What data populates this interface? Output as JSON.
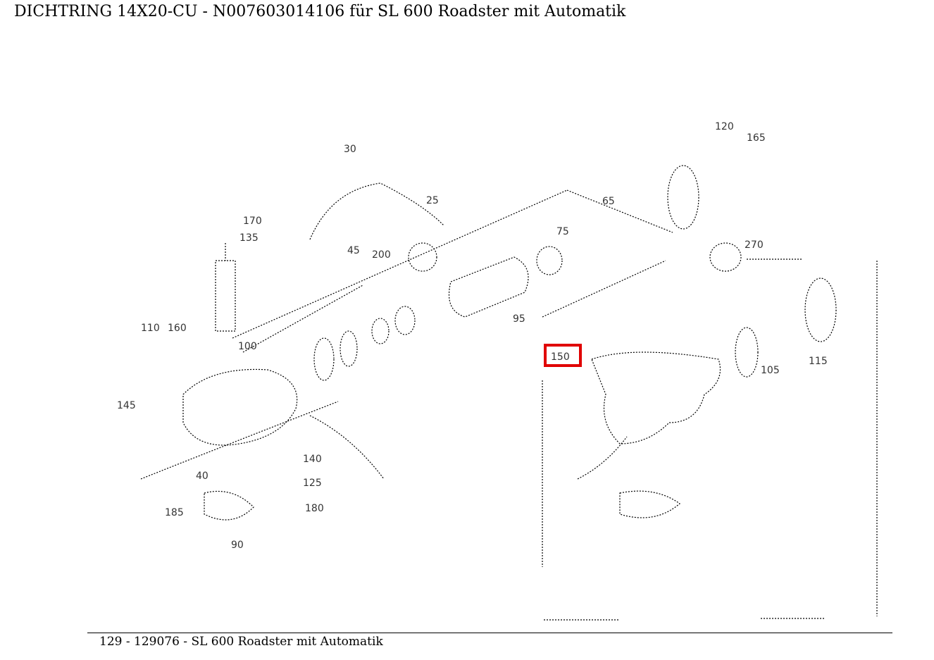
{
  "page": {
    "title": "DICHTRING 14X20-CU - N007603014106 für SL 600 Roadster mit Automatik",
    "footer": "129 - 129076 - SL 600 Roadster mit Automatik"
  },
  "diagram": {
    "highlight_color": "#e00000",
    "highlighted_part": "150",
    "callouts": [
      {
        "id": "c30",
        "text": "30"
      },
      {
        "id": "c25",
        "text": "25"
      },
      {
        "id": "c120",
        "text": "120"
      },
      {
        "id": "c165a",
        "text": "165"
      },
      {
        "id": "c65",
        "text": "65"
      },
      {
        "id": "c170",
        "text": "170"
      },
      {
        "id": "c135",
        "text": "135"
      },
      {
        "id": "c45",
        "text": "45"
      },
      {
        "id": "c200",
        "text": "200"
      },
      {
        "id": "c75",
        "text": "75"
      },
      {
        "id": "c270",
        "text": "270"
      },
      {
        "id": "c110",
        "text": "110"
      },
      {
        "id": "c160",
        "text": "160"
      },
      {
        "id": "c100",
        "text": "100"
      },
      {
        "id": "c95",
        "text": "95"
      },
      {
        "id": "c150",
        "text": "150"
      },
      {
        "id": "c105",
        "text": "105"
      },
      {
        "id": "c145",
        "text": "145"
      },
      {
        "id": "c140",
        "text": "140"
      },
      {
        "id": "c115",
        "text": "115"
      },
      {
        "id": "c185",
        "text": "185"
      },
      {
        "id": "c40",
        "text": "40"
      },
      {
        "id": "c90",
        "text": "90"
      },
      {
        "id": "c125",
        "text": "125"
      },
      {
        "id": "c180",
        "text": "180"
      }
    ]
  }
}
